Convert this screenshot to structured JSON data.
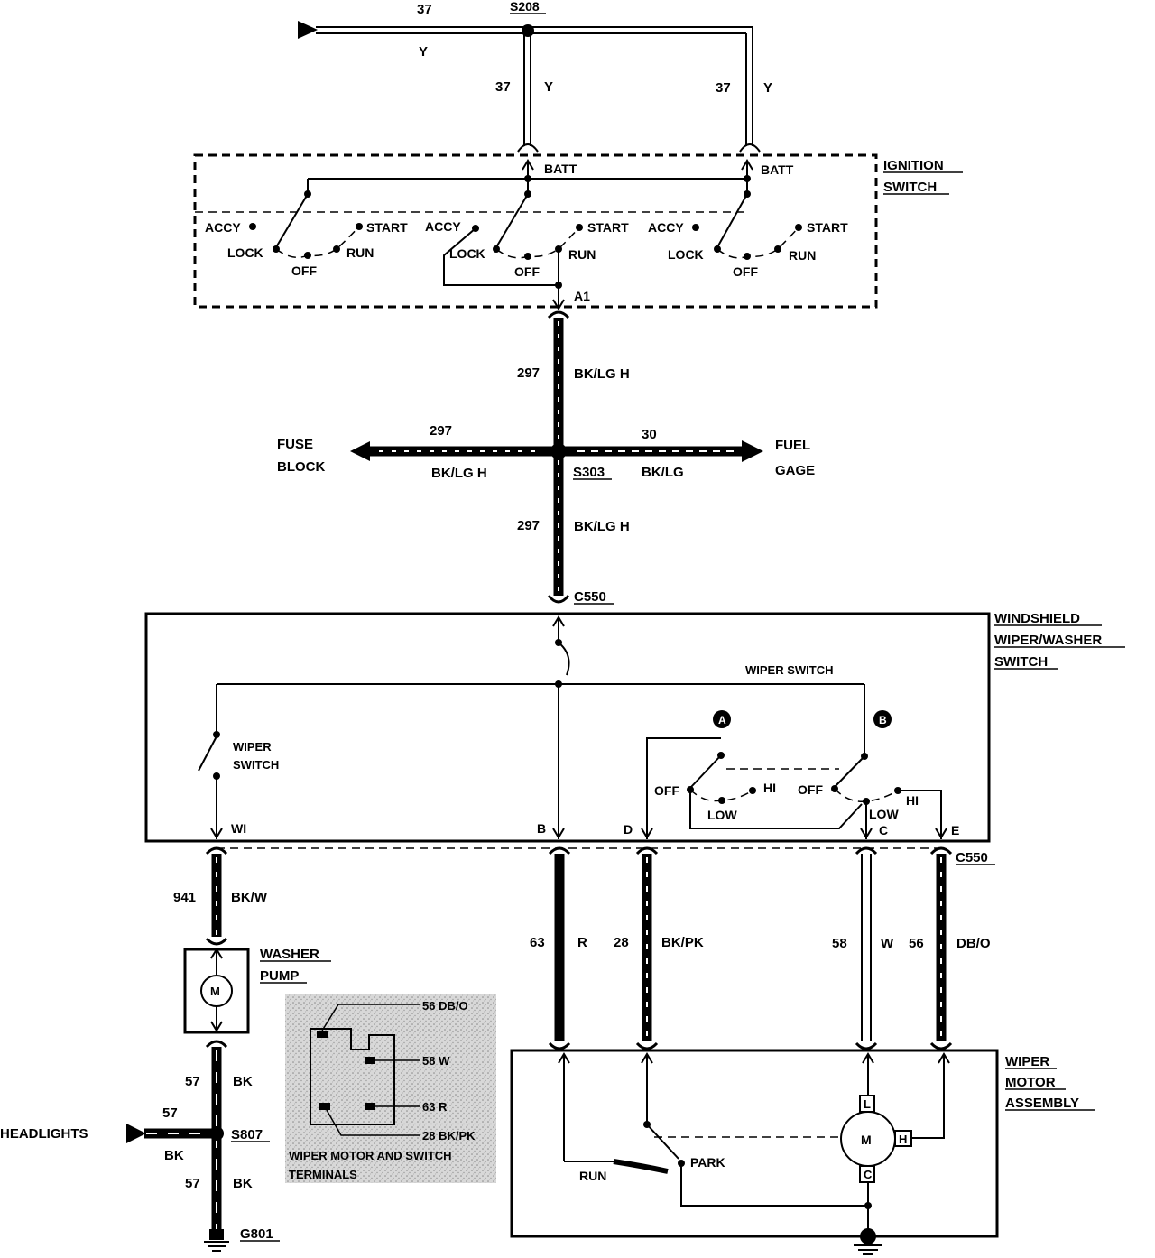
{
  "wires": {
    "top_circuit": "37",
    "top_color": "Y",
    "splice_top": "S208",
    "left_drop_circuit": "37",
    "left_drop_color": "Y",
    "right_drop_circuit": "37",
    "right_drop_color": "Y",
    "main_upper_circuit": "297",
    "main_upper_color": "BK/LG H",
    "fuse_circuit": "297",
    "fuse_color": "BK/LG H",
    "fuel_circuit": "30",
    "fuel_color": "BK/LG",
    "splice_mid": "S303",
    "main_lower_circuit": "297",
    "main_lower_color": "BK/LG H",
    "w941": "941",
    "w941_color": "BK/W",
    "w63": "63",
    "w63_color": "R",
    "w28": "28",
    "w28_color": "BK/PK",
    "w58": "58",
    "w58_color": "W",
    "w56": "56",
    "w56_color": "DB/O",
    "w57_upper": "57",
    "w57_upper_color": "BK",
    "w57_left": "57",
    "w57_left_color": "BK",
    "w57_lower": "57",
    "w57_lower_color": "BK"
  },
  "ignition": {
    "title_1": "IGNITION",
    "title_2": "SWITCH",
    "batt_1": "BATT",
    "batt_2": "BATT",
    "accy": "ACCY",
    "lock": "LOCK",
    "off": "OFF",
    "run": "RUN",
    "start": "START",
    "terminal_a1": "A1"
  },
  "destinations": {
    "fuse_1": "FUSE",
    "fuse_2": "BLOCK",
    "fuel_1": "FUEL",
    "fuel_2": "GAGE",
    "headlights": "HEADLIGHTS"
  },
  "switch_box": {
    "title_1": "WINDSHIELD",
    "title_2": "WIPER/WASHER",
    "title_3": "SWITCH",
    "connector_top": "C550",
    "connector_bottom": "C550",
    "wiper_switch_top": "WIPER SWITCH",
    "wiper_switch_left_1": "WIPER",
    "wiper_switch_left_2": "SWITCH",
    "marker_a": "A",
    "marker_b": "B",
    "off": "OFF",
    "low": "LOW",
    "hi": "HI",
    "pin_wi": "WI",
    "pin_b": "B",
    "pin_d": "D",
    "pin_c": "C",
    "pin_e": "E"
  },
  "washer": {
    "title_1": "WASHER",
    "title_2": "PUMP",
    "motor": "M"
  },
  "splice_low": "S807",
  "ground": "G801",
  "inset": {
    "t56": "56 DB/O",
    "t58": "58 W",
    "t63": "63 R",
    "t28": "28 BK/PK",
    "caption_1": "WIPER MOTOR AND SWITCH",
    "caption_2": "TERMINALS"
  },
  "motor_assembly": {
    "title_1": "WIPER",
    "title_2": "MOTOR",
    "title_3": "ASSEMBLY",
    "run": "RUN",
    "park": "PARK",
    "motor": "M",
    "term_l": "L",
    "term_h": "H",
    "term_c": "C"
  }
}
